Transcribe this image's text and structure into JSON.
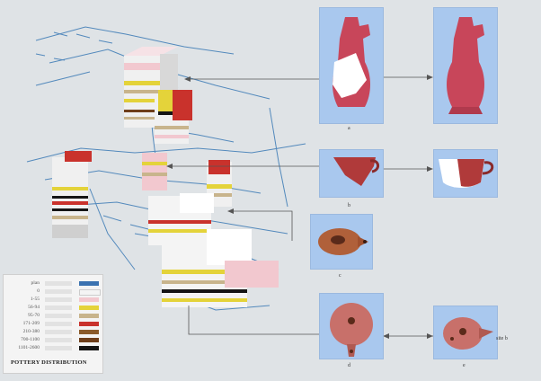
{
  "captions": {
    "a": "a",
    "b": "b",
    "c": "c",
    "d": "d",
    "e": "e"
  },
  "side_label": "site b",
  "legend": {
    "title": "POTTERY DISTRIBUTION",
    "items": [
      {
        "label": "plan",
        "color": "#3b73b0"
      },
      {
        "label": "0",
        "color": "#f4f4f4"
      },
      {
        "label": "1-55",
        "color": "#f2c8cf"
      },
      {
        "label": "56-94",
        "color": "#e4d33a"
      },
      {
        "label": "95-70",
        "color": "#c8b48c"
      },
      {
        "label": "171-209",
        "color": "#c9322c"
      },
      {
        "label": "210-380",
        "color": "#8a5a2a"
      },
      {
        "label": "700-1100",
        "color": "#6e3e1a"
      },
      {
        "label": "1101-2600",
        "color": "#151515"
      }
    ]
  },
  "colors": {
    "photo_bg": "#a9c8ee",
    "terracotta": "#c8465a",
    "map_line": "#3b7ab5"
  }
}
